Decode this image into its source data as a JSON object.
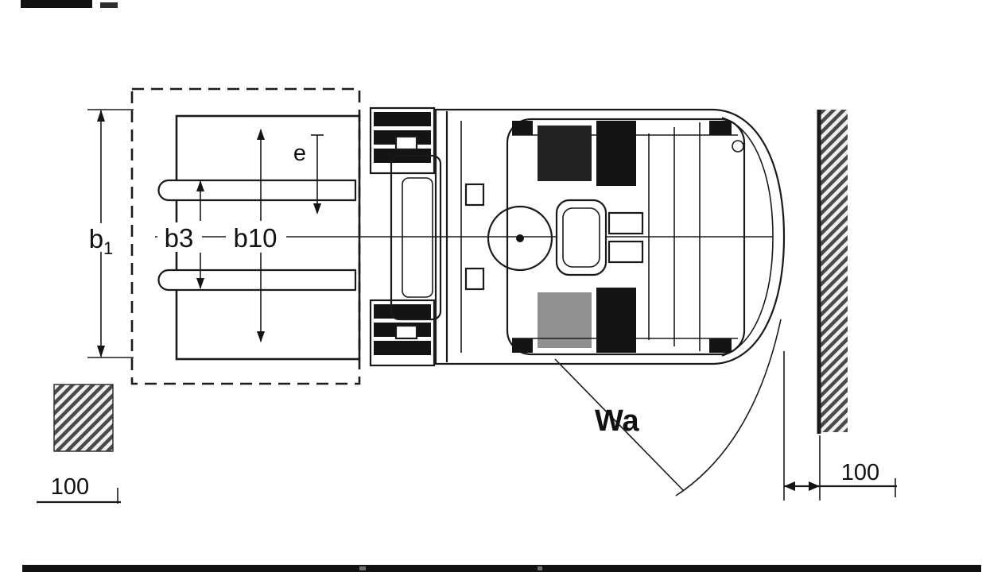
{
  "diagram": {
    "kind": "forklift-top-view-dimension-drawing",
    "colors": {
      "line": "#1a1a1a",
      "hatch": "#4a4a4a",
      "background": "#ffffff"
    },
    "labels": {
      "b1": {
        "base": "b",
        "sub": "1"
      },
      "b3": "b3",
      "b10": "b10",
      "fork_dim": "e",
      "turning_radius": "Wa",
      "left_clearance": "100",
      "right_clearance": "100"
    }
  }
}
